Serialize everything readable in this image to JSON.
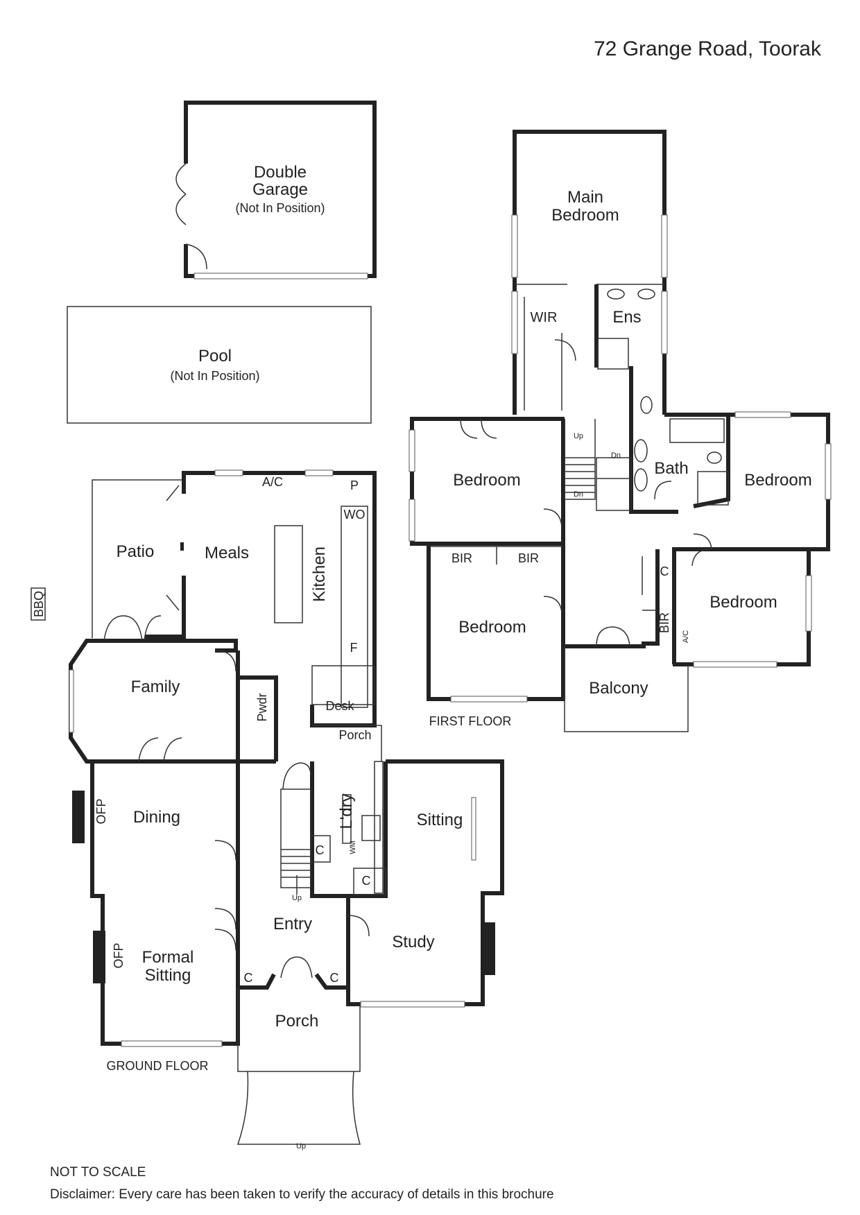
{
  "address": "72 Grange Road, Toorak",
  "floors": {
    "ground": "GROUND FLOOR",
    "first": "FIRST FLOOR"
  },
  "outbuildings": {
    "garage": {
      "line1": "Double",
      "line2": "Garage",
      "note": "(Not In Position)"
    },
    "pool": {
      "name": "Pool",
      "note": "(Not In Position)"
    },
    "bbq": "BBQ"
  },
  "ground_rooms": {
    "patio": "Patio",
    "meals": "Meals",
    "kitchen": "Kitchen",
    "ac": "A/C",
    "pantry": "P",
    "wo": "WO",
    "fridge": "F",
    "desk": "Desk",
    "family": "Family",
    "powder": "Pwdr",
    "porch_side": "Porch",
    "dining": "Dining",
    "ofp1": "OFP",
    "ofp2": "OFP",
    "laundry": "L'dry",
    "wm": "WM",
    "c1": "C",
    "c2": "C",
    "c3": "C",
    "c4": "C",
    "sitting": "Sitting",
    "entry": "Entry",
    "study": "Study",
    "formal_line1": "Formal",
    "formal_line2": "Sitting",
    "porch_front": "Porch",
    "up1": "Up",
    "up2": "Up"
  },
  "first_rooms": {
    "main_line1": "Main",
    "main_line2": "Bedroom",
    "wir": "WIR",
    "ens": "Ens",
    "bedroom1": "Bedroom",
    "bedroom2": "Bedroom",
    "bedroom3": "Bedroom",
    "bedroom4": "Bedroom",
    "bath": "Bath",
    "bir1": "BIR",
    "bir2": "BIR",
    "bir3": "BIR",
    "c": "C",
    "ac": "A/C",
    "balcony": "Balcony",
    "up": "Up",
    "dn1": "Dn",
    "dn2": "Dn"
  },
  "footer": {
    "scale": "NOT TO SCALE",
    "disclaimer": "Disclaimer: Every care has been taken to verify the accuracy of details in this brochure"
  }
}
